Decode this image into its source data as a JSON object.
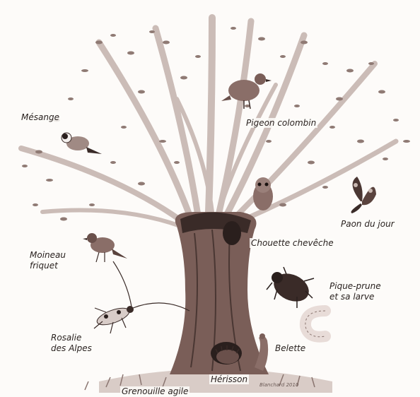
{
  "labels": {
    "mesange": "Mésange",
    "pigeon": "Pigeon colombin",
    "paon": "Paon du jour",
    "chouette": "Chouette chevêche",
    "moineau_1": "Moineau",
    "moineau_2": "friquet",
    "pique_1": "Pique-prune",
    "pique_2": "et sa larve",
    "rosalie_1": "Rosalie",
    "rosalie_2": "des Alpes",
    "belette": "Belette",
    "herisson": "Hérisson",
    "grenouille": "Grenouille agile"
  },
  "signature": "Blanchard 2010",
  "colors": {
    "ink": "#3a2b28",
    "bark": "#7a5e58",
    "leaf": "#8f7a74",
    "paper": "#fdfbf9"
  }
}
